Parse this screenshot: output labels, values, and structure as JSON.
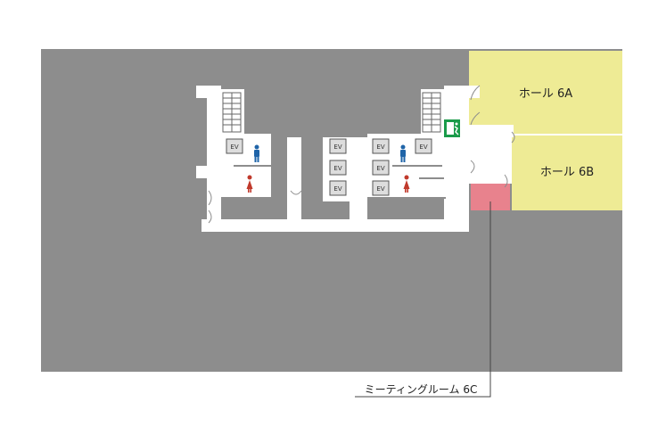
{
  "rooms": [
    {
      "id": "hall-6a",
      "label": "ホール 6A",
      "color": "#eeeb95"
    },
    {
      "id": "hall-6b",
      "label": "ホール 6B",
      "color": "#eeeb95"
    },
    {
      "id": "meeting-6c",
      "label": "ミーティングルーム 6C",
      "color": "#e8828d"
    }
  ],
  "elevator_label": "EV",
  "colors": {
    "floor": "#8d8d8d",
    "corridor": "#ffffff",
    "hall": "#eeeb95",
    "meeting": "#e8828d",
    "mens_icon": "#1f64a8",
    "womens_icon": "#c0392b",
    "exit_sign": "#1a9b4a"
  },
  "icons": [
    "mens-restroom-icon",
    "womens-restroom-icon",
    "emergency-exit-icon",
    "stairs-icon",
    "elevator-icon"
  ]
}
